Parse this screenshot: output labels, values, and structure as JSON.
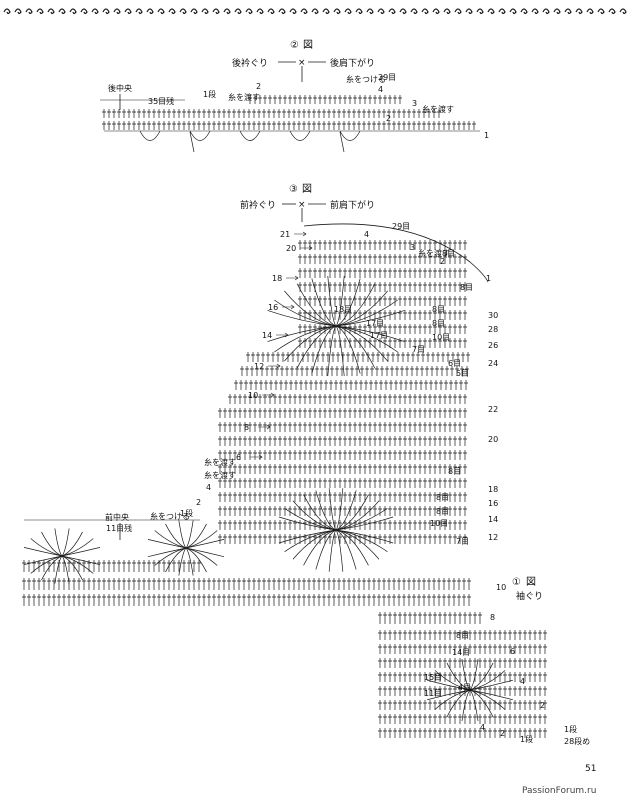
{
  "fig2": {
    "title_num": "②",
    "title_suffix": "図",
    "neck": "後衿ぐり",
    "shoulder": "後肩下がり",
    "center": "後中央",
    "center_remain": "35目残",
    "row_labels": [
      {
        "text": "1段",
        "key": "r1"
      },
      {
        "text": "2",
        "key": "r2a"
      },
      {
        "text": "2",
        "key": "r2b"
      },
      {
        "text": "3",
        "key": "r3"
      },
      {
        "text": "4",
        "key": "r4"
      },
      {
        "text": "1",
        "key": "r1b"
      },
      {
        "text": "29目",
        "key": "s29"
      }
    ],
    "notes": [
      {
        "text": "糸を渡す",
        "key": "n1"
      },
      {
        "text": "糸をつける",
        "key": "n2"
      },
      {
        "text": "糸を渡す",
        "key": "n3"
      }
    ]
  },
  "fig3": {
    "title_num": "③",
    "title_suffix": "図",
    "neck": "前衿ぐり",
    "shoulder": "前肩下がり",
    "top_count": "29目",
    "left_rows": [
      "21",
      "20",
      "18",
      "16",
      "14",
      "12",
      "10",
      "8",
      "6",
      "4",
      "2",
      "1段"
    ],
    "right_rows": [
      "4",
      "3",
      "2",
      "1",
      "30",
      "28",
      "26",
      "24",
      "22",
      "20",
      "18",
      "16",
      "14",
      "12",
      "10",
      "8",
      "6",
      "4",
      "2",
      "1段",
      "28段め"
    ],
    "mid_counts": [
      "18目",
      "17目",
      "17目",
      "8目",
      "8目",
      "10目",
      "6目",
      "5目",
      "8目",
      "8目",
      "8目",
      "10目",
      "7目",
      "8目",
      "8目",
      "7目"
    ],
    "front_center": "前中央",
    "front_remain": "11目残",
    "notes": [
      "糸を渡す",
      "糸を渡す",
      "糸をつける",
      "糸を渡す"
    ],
    "left_small": [
      "4",
      "2",
      "1段"
    ]
  },
  "fig1": {
    "title_num": "①",
    "title_suffix": "図",
    "name": "袖ぐり",
    "counts": [
      "8目",
      "14目",
      "15目",
      "11目",
      "4目"
    ]
  },
  "page_number": "51",
  "site": "PassionForum.ru"
}
